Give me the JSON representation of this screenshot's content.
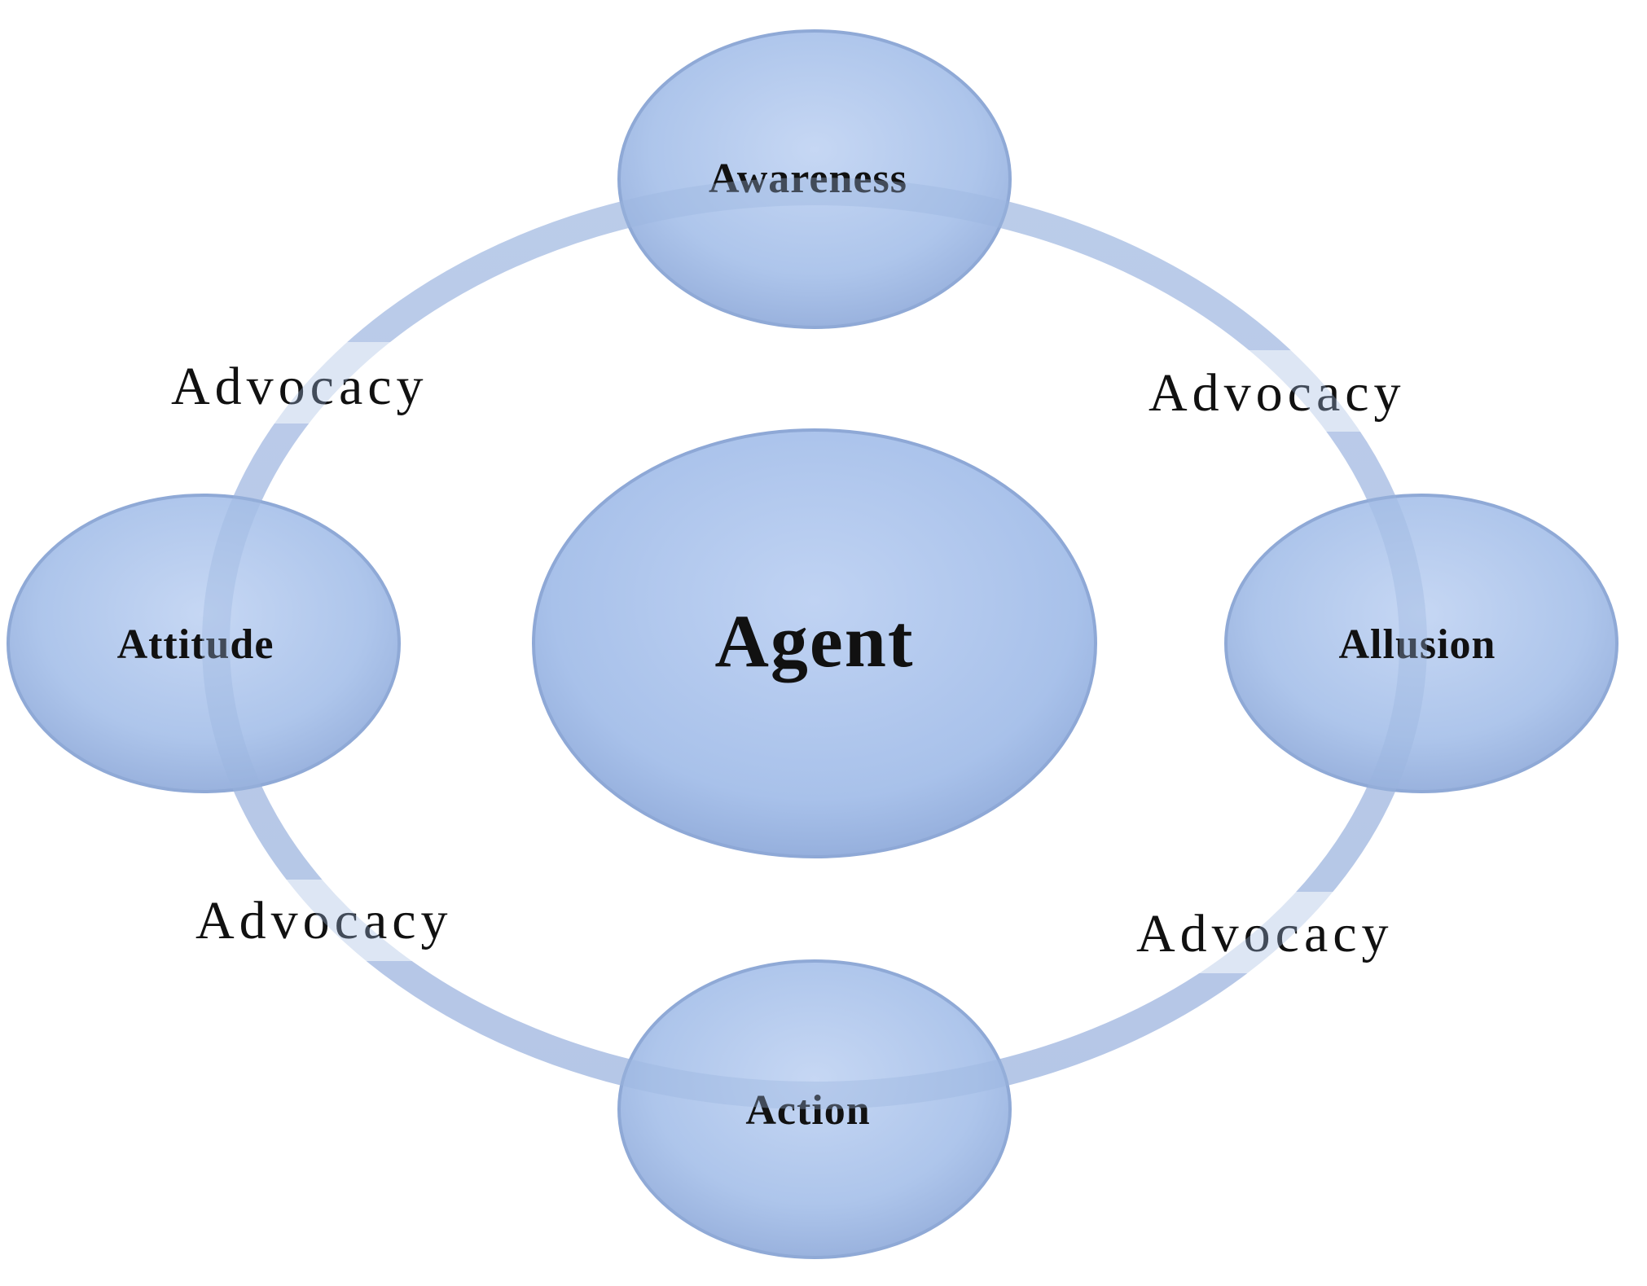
{
  "diagram": {
    "center": {
      "label": "Agent"
    },
    "nodes": [
      {
        "id": "awareness",
        "label": "Awareness"
      },
      {
        "id": "allusion",
        "label": "Allusion"
      },
      {
        "id": "action",
        "label": "Action"
      },
      {
        "id": "attitude",
        "label": "Attitude"
      }
    ],
    "edges": [
      {
        "from": "attitude",
        "to": "awareness",
        "label": "Advocacy"
      },
      {
        "from": "awareness",
        "to": "allusion",
        "label": "Advocacy"
      },
      {
        "from": "action",
        "to": "attitude",
        "label": "Advocacy"
      },
      {
        "from": "allusion",
        "to": "action",
        "label": "Advocacy"
      }
    ],
    "colors": {
      "node_fill": "#a9c2ea",
      "node_edge": "#8fa9d6",
      "ring": "#c9d5ee",
      "text": "#111111"
    }
  }
}
